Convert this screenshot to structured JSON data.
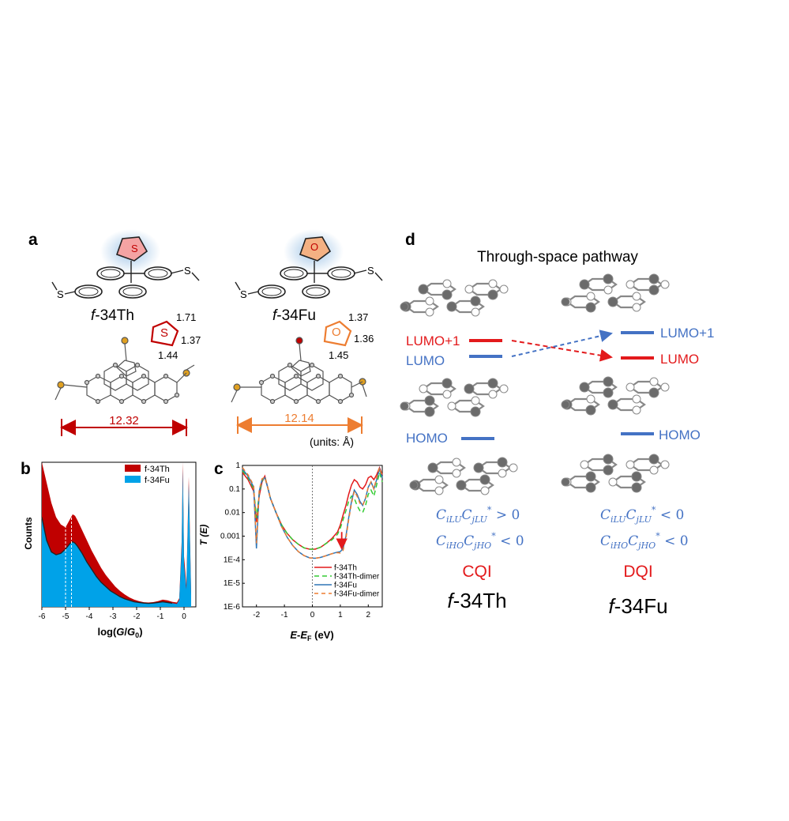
{
  "figure": {
    "panel_a": {
      "letter": "a",
      "molecule_left": {
        "label_prefix": "f",
        "label_rest": "-34Th",
        "heteroatom": "S",
        "bond_1": "1.71",
        "bond_2": "1.37",
        "bond_3": "1.44",
        "length": "12.32",
        "color": "#c00000"
      },
      "molecule_right": {
        "label_prefix": "f",
        "label_rest": "-34Fu",
        "heteroatom": "O",
        "bond_1": "1.37",
        "bond_2": "1.36",
        "bond_3": "1.45",
        "length": "12.14",
        "color": "#ed7d31"
      },
      "units": "(units: Å)",
      "substituent": "S"
    },
    "panel_b": {
      "letter": "b",
      "ylabel": "Counts",
      "xlabel": "log(G/G0)",
      "legend": [
        "f-34Th",
        "f-34Fu"
      ]
    },
    "panel_c": {
      "letter": "c",
      "ylabel": "T (E)",
      "xlabel": "E-EF (eV)",
      "legend": [
        "f-34Th",
        "f-34Th-dimer",
        "f-34Fu",
        "f-34Fu-dimer"
      ]
    },
    "panel_d": {
      "letter": "d",
      "title": "Through-space pathway",
      "left": {
        "lumo1": "LUMO+1",
        "lumo": "LUMO",
        "homo": "HOMO",
        "eq1": "CiLUC*jLU > 0",
        "eq2": "CiHOC*jHO < 0",
        "qi": "CQI",
        "name_prefix": "f",
        "name_rest": "-34Th"
      },
      "right": {
        "lumo1": "LUMO+1",
        "lumo": "LUMO",
        "homo": "HOMO",
        "eq1": "CiLUC*jLU < 0",
        "eq2": "CiHOC*jHO < 0",
        "qi": "DQI",
        "name_prefix": "f",
        "name_rest": "-34Fu"
      }
    }
  },
  "chart_data": [
    {
      "type": "area",
      "panel": "b",
      "xlabel": "log(G/G0)",
      "ylabel": "Counts",
      "xlim": [
        -6,
        0.5
      ],
      "x_ticks": [
        -6,
        -5,
        -4,
        -3,
        -2,
        -1,
        0
      ],
      "series": [
        {
          "name": "f-34Th",
          "color": "#c00000",
          "x": [
            -6.0,
            -5.8,
            -5.6,
            -5.4,
            -5.2,
            -5.0,
            -4.9,
            -4.8,
            -4.7,
            -4.6,
            -4.5,
            -4.3,
            -4.1,
            -3.9,
            -3.7,
            -3.5,
            -3.3,
            -3.1,
            -2.9,
            -2.7,
            -2.5,
            -2.3,
            -2.1,
            -1.9,
            -1.7,
            -1.5,
            -1.3,
            -1.1,
            -0.9,
            -0.7,
            -0.5,
            -0.3,
            -0.2,
            -0.1,
            -0.05,
            0.0,
            0.1,
            0.2,
            0.3
          ],
          "y": [
            1.0,
            0.86,
            0.72,
            0.62,
            0.57,
            0.55,
            0.58,
            0.61,
            0.64,
            0.63,
            0.6,
            0.53,
            0.46,
            0.39,
            0.33,
            0.27,
            0.22,
            0.18,
            0.14,
            0.11,
            0.085,
            0.065,
            0.05,
            0.04,
            0.032,
            0.03,
            0.033,
            0.04,
            0.05,
            0.045,
            0.035,
            0.03,
            0.06,
            0.45,
            1.0,
            0.35,
            0.15,
            0.9,
            0.1
          ]
        },
        {
          "name": "f-34Fu",
          "color": "#00a2e8",
          "x": [
            -6.0,
            -5.8,
            -5.6,
            -5.4,
            -5.2,
            -5.0,
            -4.9,
            -4.8,
            -4.7,
            -4.6,
            -4.5,
            -4.3,
            -4.1,
            -3.9,
            -3.7,
            -3.5,
            -3.3,
            -3.1,
            -2.9,
            -2.7,
            -2.5,
            -2.3,
            -2.1,
            -1.9,
            -1.7,
            -1.5,
            -1.3,
            -1.1,
            -0.9,
            -0.7,
            -0.5,
            -0.3,
            -0.2,
            -0.1,
            -0.05,
            0.0,
            0.1,
            0.2,
            0.3
          ],
          "y": [
            0.62,
            0.46,
            0.38,
            0.36,
            0.37,
            0.4,
            0.42,
            0.44,
            0.45,
            0.44,
            0.42,
            0.37,
            0.31,
            0.26,
            0.21,
            0.17,
            0.14,
            0.11,
            0.09,
            0.07,
            0.055,
            0.045,
            0.035,
            0.03,
            0.026,
            0.024,
            0.026,
            0.03,
            0.035,
            0.03,
            0.025,
            0.02,
            0.05,
            0.4,
            0.95,
            0.3,
            0.12,
            0.85,
            0.08
          ]
        }
      ]
    },
    {
      "type": "line",
      "panel": "c",
      "xlabel": "E-EF (eV)",
      "ylabel": "T (E)",
      "xlim": [
        -2.5,
        2.5
      ],
      "ylim": [
        1e-06,
        1
      ],
      "yscale": "log",
      "x_ticks": [
        -2,
        -1,
        0,
        1,
        2
      ],
      "y_ticks": [
        "1E-6",
        "1E-5",
        "1E-4",
        "0.001",
        "0.01",
        "0.1",
        "1"
      ],
      "series": [
        {
          "name": "f-34Th",
          "color": "#e31a1c",
          "dash": "",
          "x": [
            -2.5,
            -2.3,
            -2.1,
            -2.0,
            -1.9,
            -1.8,
            -1.7,
            -1.6,
            -1.5,
            -1.3,
            -1.1,
            -0.9,
            -0.7,
            -0.5,
            -0.3,
            -0.1,
            0.1,
            0.3,
            0.5,
            0.7,
            0.9,
            1.0,
            1.1,
            1.2,
            1.3,
            1.4,
            1.5,
            1.6,
            1.7,
            1.8,
            1.9,
            2.0,
            2.1,
            2.2,
            2.3,
            2.4,
            2.5
          ],
          "y": [
            0.5,
            0.25,
            0.08,
            0.004,
            0.05,
            0.2,
            0.35,
            0.12,
            0.04,
            0.01,
            0.003,
            0.0013,
            0.0007,
            0.00045,
            0.00032,
            0.00028,
            0.00028,
            0.00034,
            0.0005,
            0.0008,
            0.0015,
            0.003,
            0.008,
            0.02,
            0.06,
            0.15,
            0.25,
            0.2,
            0.12,
            0.1,
            0.15,
            0.3,
            0.35,
            0.25,
            0.4,
            0.8,
            0.4
          ]
        },
        {
          "name": "f-34Th-dimer",
          "color": "#33cc33",
          "dash": "6,4",
          "x": [
            -2.5,
            -2.3,
            -2.1,
            -2.0,
            -1.9,
            -1.8,
            -1.7,
            -1.6,
            -1.5,
            -1.3,
            -1.1,
            -0.9,
            -0.7,
            -0.5,
            -0.3,
            -0.1,
            0.1,
            0.3,
            0.5,
            0.7,
            0.9,
            1.0,
            1.1,
            1.2,
            1.3,
            1.4,
            1.5,
            1.6,
            1.7,
            1.8,
            1.9,
            2.0,
            2.1,
            2.2,
            2.3,
            2.4,
            2.5
          ],
          "y": [
            0.6,
            0.3,
            0.1,
            0.006,
            0.06,
            0.22,
            0.33,
            0.12,
            0.04,
            0.01,
            0.003,
            0.0013,
            0.0007,
            0.00045,
            0.00032,
            0.00028,
            0.00028,
            0.00034,
            0.0005,
            0.0007,
            0.0012,
            0.0022,
            0.005,
            0.012,
            0.03,
            0.05,
            0.04,
            0.02,
            0.012,
            0.01,
            0.02,
            0.06,
            0.09,
            0.05,
            0.15,
            0.5,
            0.2
          ]
        },
        {
          "name": "f-34Fu",
          "color": "#2e75b6",
          "dash": "",
          "x": [
            -2.5,
            -2.3,
            -2.1,
            -2.0,
            -1.9,
            -1.8,
            -1.7,
            -1.6,
            -1.5,
            -1.3,
            -1.1,
            -0.9,
            -0.7,
            -0.5,
            -0.3,
            -0.1,
            0.1,
            0.3,
            0.5,
            0.7,
            0.9,
            1.0,
            1.1,
            1.2,
            1.3,
            1.4,
            1.5,
            1.6,
            1.7,
            1.8,
            1.9,
            2.0,
            2.1,
            2.2,
            2.3,
            2.4,
            2.5
          ],
          "y": [
            0.7,
            0.35,
            0.12,
            0.0003,
            0.08,
            0.25,
            0.3,
            0.12,
            0.04,
            0.01,
            0.0025,
            0.0009,
            0.0004,
            0.00022,
            0.00015,
            0.00012,
            0.000115,
            0.000125,
            0.00015,
            0.00018,
            0.00021,
            0.00022,
            0.0003,
            0.001,
            0.006,
            0.03,
            0.09,
            0.06,
            0.03,
            0.02,
            0.04,
            0.12,
            0.2,
            0.1,
            0.25,
            0.7,
            0.3
          ]
        },
        {
          "name": "f-34Fu-dimer",
          "color": "#ed7d31",
          "dash": "5,4",
          "x": [
            -2.5,
            -2.3,
            -2.1,
            -2.0,
            -1.9,
            -1.8,
            -1.7,
            -1.6,
            -1.5,
            -1.3,
            -1.1,
            -0.9,
            -0.7,
            -0.5,
            -0.3,
            -0.1,
            0.1,
            0.3,
            0.5,
            0.7,
            0.9,
            1.0,
            1.1,
            1.2,
            1.3,
            1.4,
            1.5,
            1.6,
            1.7,
            1.8,
            1.9,
            2.0,
            2.1,
            2.2,
            2.3,
            2.4,
            2.5
          ],
          "y": [
            0.8,
            0.4,
            0.14,
            0.0005,
            0.09,
            0.27,
            0.32,
            0.12,
            0.04,
            0.01,
            0.0025,
            0.0009,
            0.0004,
            0.00022,
            0.00015,
            0.00012,
            0.000115,
            0.000125,
            0.00015,
            0.00018,
            0.0002,
            0.00019,
            0.00025,
            0.0008,
            0.005,
            0.025,
            0.08,
            0.05,
            0.025,
            0.02,
            0.04,
            0.12,
            0.2,
            0.1,
            0.3,
            0.8,
            0.35
          ]
        }
      ]
    }
  ]
}
